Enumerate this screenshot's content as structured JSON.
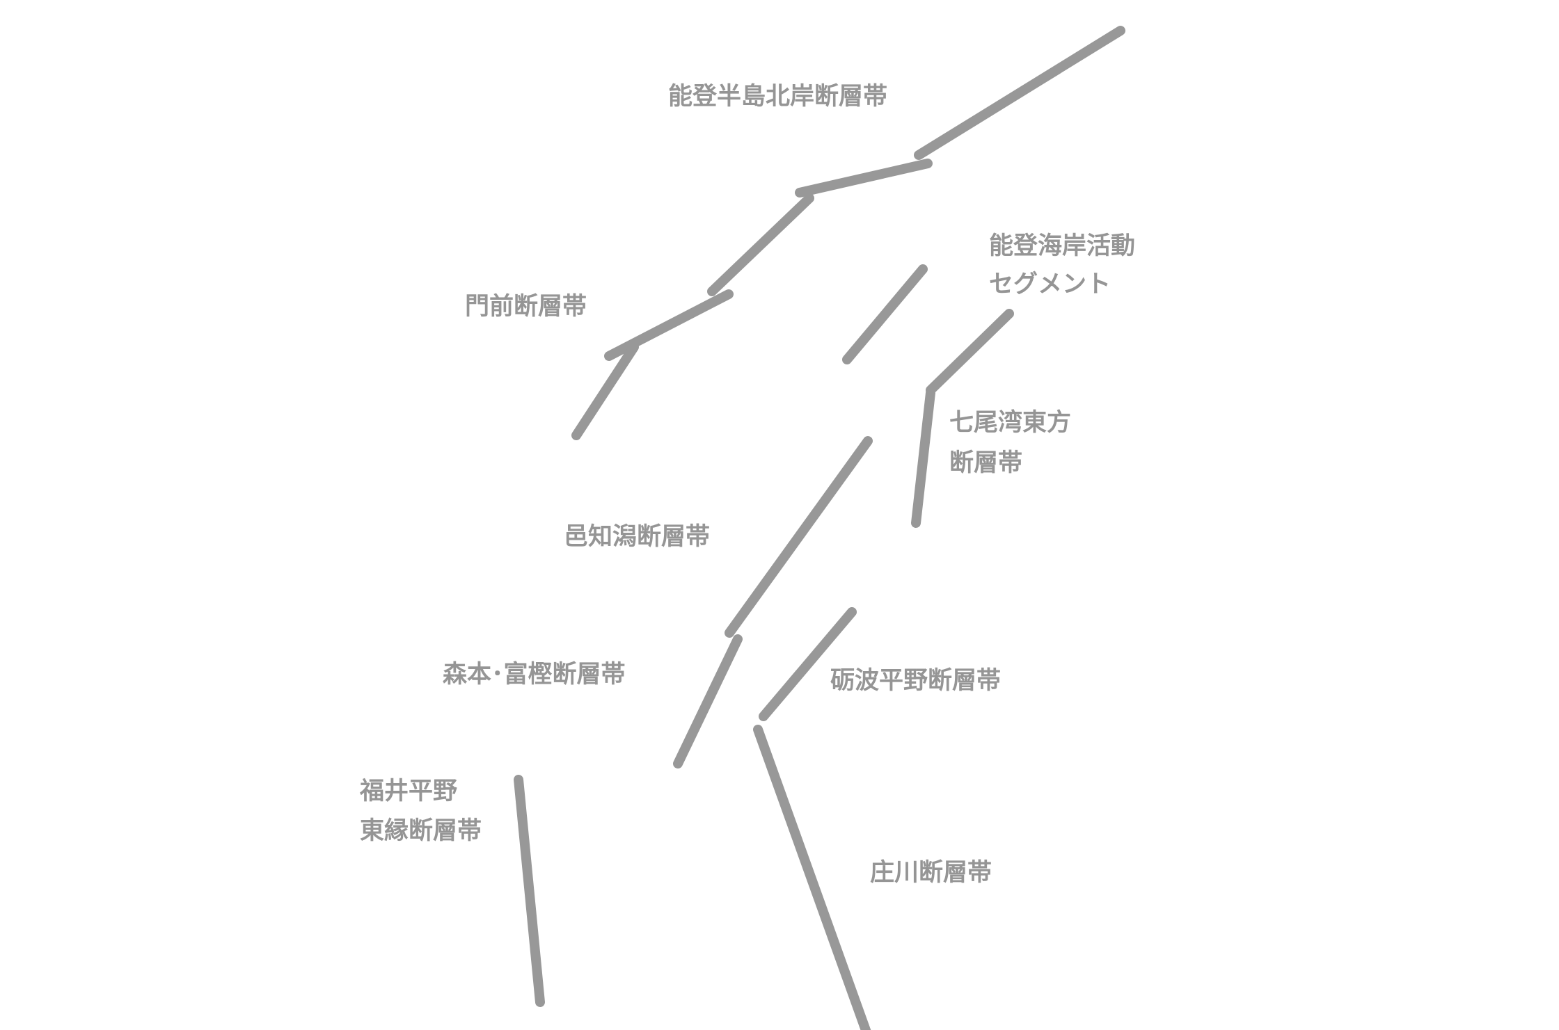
{
  "style": {
    "fault_color": "#989898",
    "label_color": "#959595",
    "background": "#ffffff"
  },
  "faults": [
    {
      "id": "noto-hanto-hokugan",
      "lines": [
        "能登半島北岸断層帯"
      ]
    },
    {
      "id": "noto-kaigan-katsudo",
      "lines": [
        "能登海岸活動",
        "セグメント"
      ]
    },
    {
      "id": "monzen",
      "lines": [
        "門前断層帯"
      ]
    },
    {
      "id": "nanao-wan-toho",
      "lines": [
        "七尾湾東方",
        "断層帯"
      ]
    },
    {
      "id": "ouchigata",
      "lines": [
        "邑知潟断層帯"
      ]
    },
    {
      "id": "morimoto-togashi",
      "lines": [
        "森本･富樫断層帯"
      ]
    },
    {
      "id": "tonami-heiya",
      "lines": [
        "砺波平野断層帯"
      ]
    },
    {
      "id": "fukui-heiya-toen",
      "lines": [
        "福井平野",
        "東縁断層帯"
      ]
    },
    {
      "id": "shokawa",
      "lines": [
        "庄川断層帯"
      ]
    }
  ]
}
